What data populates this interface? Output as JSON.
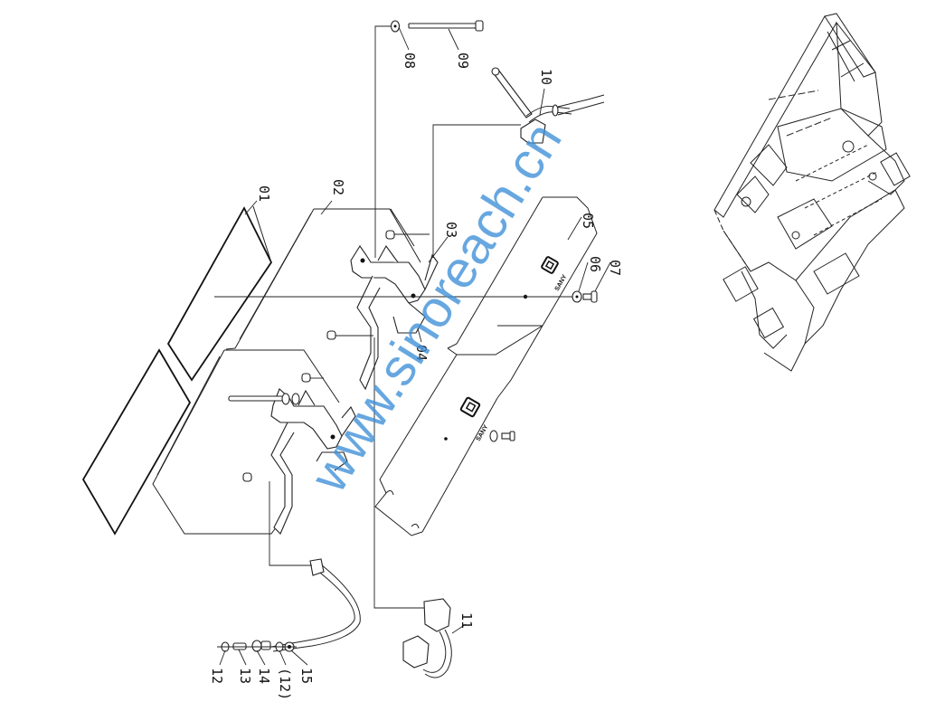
{
  "diagram": {
    "type": "exploded-parts-diagram",
    "parts": [
      {
        "id": "01",
        "label": "01"
      },
      {
        "id": "02",
        "label": "02"
      },
      {
        "id": "03",
        "label": "03"
      },
      {
        "id": "04",
        "label": "04"
      },
      {
        "id": "05",
        "label": "05"
      },
      {
        "id": "06",
        "label": "06"
      },
      {
        "id": "07",
        "label": "07"
      },
      {
        "id": "08",
        "label": "08"
      },
      {
        "id": "09",
        "label": "09"
      },
      {
        "id": "10",
        "label": "10"
      },
      {
        "id": "11",
        "label": "11"
      },
      {
        "id": "12",
        "label": "12"
      },
      {
        "id": "13",
        "label": "13"
      },
      {
        "id": "14",
        "label": "14"
      },
      {
        "id": "12b",
        "label": "(12)"
      },
      {
        "id": "15",
        "label": "15"
      }
    ],
    "brand_text": "SANY",
    "watermark": "www.sinoreach.cn",
    "watermark_color": "#3d8fd8",
    "line_color": "#222222"
  }
}
